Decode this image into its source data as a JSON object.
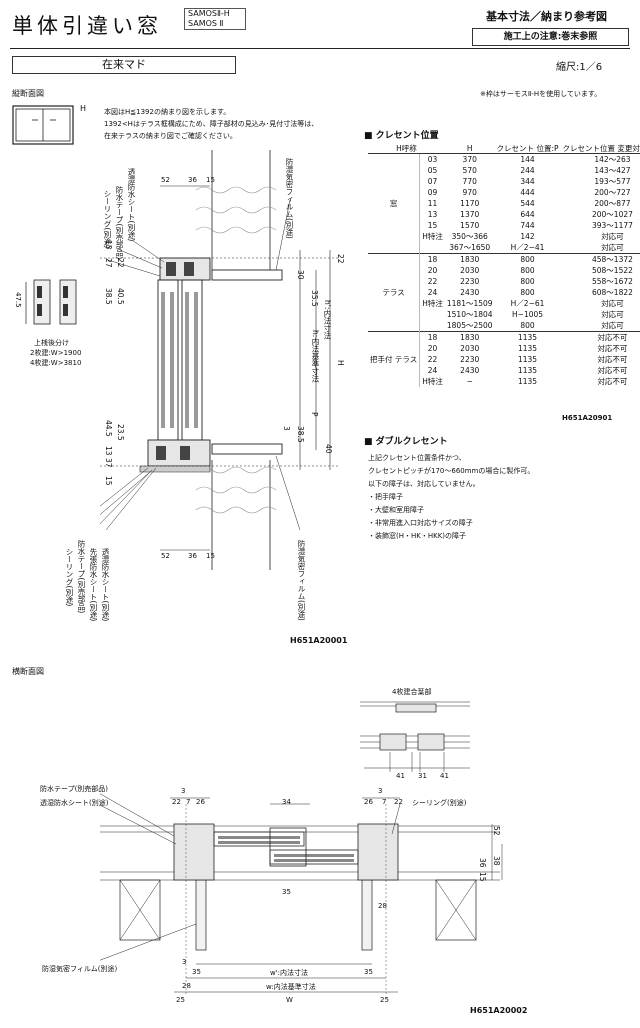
{
  "header": {
    "title": "単体引違い窓",
    "series": [
      "SAMOSⅡ-H",
      "SAMOS Ⅱ"
    ],
    "doc_kind": "基本寸法／納まり参考図",
    "construction_note": "施工上の注意:巻末参照"
  },
  "sub_header": {
    "install_type": "在来マド",
    "scale": "縮尺:1／6",
    "frame_note": "※枠はサーモスⅡ-Hを使用しています。"
  },
  "vertical_section": {
    "title": "縦断面図",
    "h_label": "H",
    "notes": [
      "本図はH≦1392の納まり図を示します。",
      "1392<Hはテラス框構成にため、障子部材の見込み･見付寸法等は、",
      "在来テラスの納まり図でご確認ください。"
    ],
    "upper_rail": {
      "caption": "上桟後分け",
      "line1": "2枚建:W>1900",
      "line2": "4枚建:W>3810",
      "dim": "47.5"
    },
    "callouts_top": [
      "シーリング(別途)",
      "防水テープ(別売部品)",
      "透湿防水シート(別途)",
      "防湿気密フィルム(別途)"
    ],
    "callouts_bottom": [
      "シーリング(別途)",
      "防水テープ(別売部品)",
      "先張防水シート(別途)",
      "透湿防水シート(別途)",
      "防湿気密フィルム(別途)"
    ],
    "dims_top": [
      "52",
      "36",
      "15"
    ],
    "dims_bottom": [
      "52",
      "36",
      "15"
    ],
    "dims_left": [
      "13",
      "27",
      "22",
      "38.5",
      "40.5",
      "44.5",
      "23.5",
      "13",
      "37",
      "15"
    ],
    "dims_right": [
      "22",
      "30",
      "35.5",
      "38.5",
      "40",
      "P",
      "3",
      "H",
      "h:内法基準寸法",
      "h':内法寸法"
    ],
    "drawing_code": "H651A20001"
  },
  "crescent": {
    "title": "■ クレセント位置",
    "headers": [
      "H呼称",
      "H",
      "クレセント 位置:P",
      "クレセント位置 変更対応範囲"
    ],
    "groups": [
      {
        "label": "窓",
        "rows": [
          [
            "03",
            "370",
            "144",
            "142〜263"
          ],
          [
            "05",
            "570",
            "244",
            "143〜427"
          ],
          [
            "07",
            "770",
            "344",
            "193〜577"
          ],
          [
            "09",
            "970",
            "444",
            "200〜727"
          ],
          [
            "11",
            "1170",
            "544",
            "200〜877"
          ],
          [
            "13",
            "1370",
            "644",
            "200〜1027"
          ],
          [
            "15",
            "1570",
            "744",
            "393〜1177"
          ],
          [
            "H特注",
            "350〜366",
            "142",
            "対応可"
          ],
          [
            "",
            "367〜1650",
            "H／2−41",
            "対応可"
          ]
        ]
      },
      {
        "label": "テラス",
        "rows": [
          [
            "18",
            "1830",
            "800",
            "458〜1372"
          ],
          [
            "20",
            "2030",
            "800",
            "508〜1522"
          ],
          [
            "22",
            "2230",
            "800",
            "558〜1672"
          ],
          [
            "24",
            "2430",
            "800",
            "608〜1822"
          ],
          [
            "H特注",
            "1181〜1509",
            "H／2−61",
            "対応可"
          ],
          [
            "",
            "1510〜1804",
            "H−1005",
            "対応可"
          ],
          [
            "",
            "1805〜2500",
            "800",
            "対応可"
          ]
        ]
      },
      {
        "label": "把手付 テラス",
        "rows": [
          [
            "18",
            "1830",
            "1135",
            "対応不可"
          ],
          [
            "20",
            "2030",
            "1135",
            "対応不可"
          ],
          [
            "22",
            "2230",
            "1135",
            "対応不可"
          ],
          [
            "24",
            "2430",
            "1135",
            "対応不可"
          ],
          [
            "H特注",
            "−",
            "1135",
            "対応不可"
          ]
        ]
      }
    ],
    "table_code": "H651A20901"
  },
  "double_crescent": {
    "title": "■ ダブルクレセント",
    "lines": [
      "上記クレセント位置条件かつ、",
      "クレセントピッチが170〜660mmの場合に製作可。",
      "以下の障子は、対応していません。",
      "・把手障子",
      "・大壁和室用障子",
      "・非常用進入口対応サイズの障子",
      "・装飾窓(H・HK・HKK)の障子"
    ]
  },
  "horizontal_section": {
    "title": "横断面図",
    "four_panel_caption": "4枚建合葉部",
    "four_panel_dims": [
      "41",
      "31",
      "41"
    ],
    "callouts": [
      "防水テープ(別売部品)",
      "透湿防水シート(別途)",
      "シーリング(別途)",
      "防湿気密フィルム(別途)"
    ],
    "dims_top": [
      "3",
      "22",
      "7",
      "26",
      "34",
      "3",
      "26",
      "7",
      "22"
    ],
    "dims_right": [
      "52",
      "15",
      "36",
      "38"
    ],
    "dims_inner": [
      "35",
      "28"
    ],
    "dims_bottom": [
      "3",
      "35",
      "28",
      "35",
      "25",
      "25"
    ],
    "width_labels": [
      "w':内法寸法",
      "w:内法基準寸法",
      "W"
    ],
    "drawing_code": "H651A20002"
  }
}
